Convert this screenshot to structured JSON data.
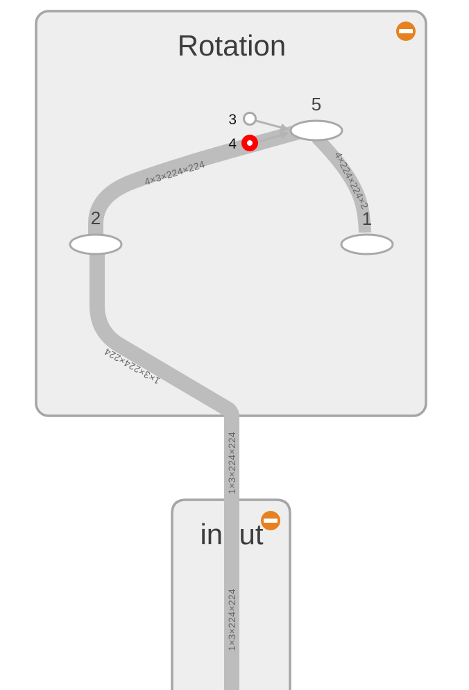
{
  "graph": {
    "rotation_node": {
      "title": "Rotation",
      "collapse_icon": "minus-circle-icon",
      "ops": {
        "op2": "2",
        "op5": "5",
        "op1": "1"
      },
      "ports": {
        "port3": "3",
        "port4": "4"
      },
      "edges": {
        "op2_to_op5": "4×3×224×224",
        "op5_to_op1": "4×224×224×2",
        "input_to_op2": "1×3×224×224"
      }
    },
    "input_node": {
      "title": "input",
      "collapse_icon": "minus-circle-icon",
      "edges": {
        "out_upper": "1×3×224×224",
        "out_lower": "1×3×224×224"
      }
    }
  },
  "colors": {
    "node_fill": "#eeeeee",
    "node_border": "#a5a5a5",
    "edge": "#bdbdbd",
    "collapse_accent": "#e7801f",
    "selected_port": "#ff0000"
  }
}
